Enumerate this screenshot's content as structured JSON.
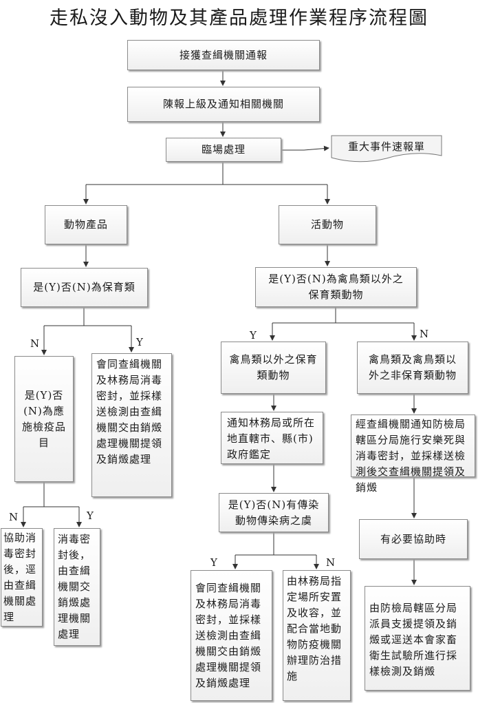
{
  "title": "走私沒入動物及其產品處理作業程序流程圖",
  "nodes": {
    "receive": "接獲查緝機關通報",
    "report": "陳報上級及通知相關機關",
    "onsite": "臨場處理",
    "form": "重大事件速報單",
    "products": "動物產品",
    "live": "活動物",
    "q_protected": "是(Y)否(N)為保育類",
    "q_nonbird": "是(Y)否(N)為禽鳥類以外之保育類動物",
    "q_quarantine": "是(Y)否(N)為應施檢疫品目",
    "seal_products": "會同查緝機關及林務局消毒密封，並採樣送檢測由查緝機關交由銷燬處理機關提領及銷燬處理",
    "nonbird_protected": "禽鳥類以外之保育類動物",
    "bird_nonprotected": "禽鳥類及禽鳥類以外之非保育類動物",
    "assist_seal": "協助消毒密封後，逕由查緝機關處理",
    "seal_dispose": "消毒密封後，由查緝機關交銷燬處理機關處理",
    "notify_forestry": "通知林務局或所在地直轄市、縣(市)政府鑑定",
    "euthanize": "經查緝機關通知防檢局轄區分局施行安樂死與消毒密封，並採樣送檢測後交查緝機關提領及銷燬",
    "q_disease": "是(Y)否(N)有傳染動物傳染病之虞",
    "when_needed": "有必要協助時",
    "seal_live": "會同查緝機關及林務局消毒密封，並採樣送檢測由查緝機關交由銷燬處理機關提領及銷燬處理",
    "forestry_place": "由林務局指定場所安置及收容，並配合當地動物防疫機關辦理防治措施",
    "bapq_dispatch": "由防檢局轄區分局派員支援提領及銷燬或逕送本會家畜衛生試驗所進行採樣檢測及銷燬"
  },
  "labels": {
    "yes": "Y",
    "no": "N"
  }
}
